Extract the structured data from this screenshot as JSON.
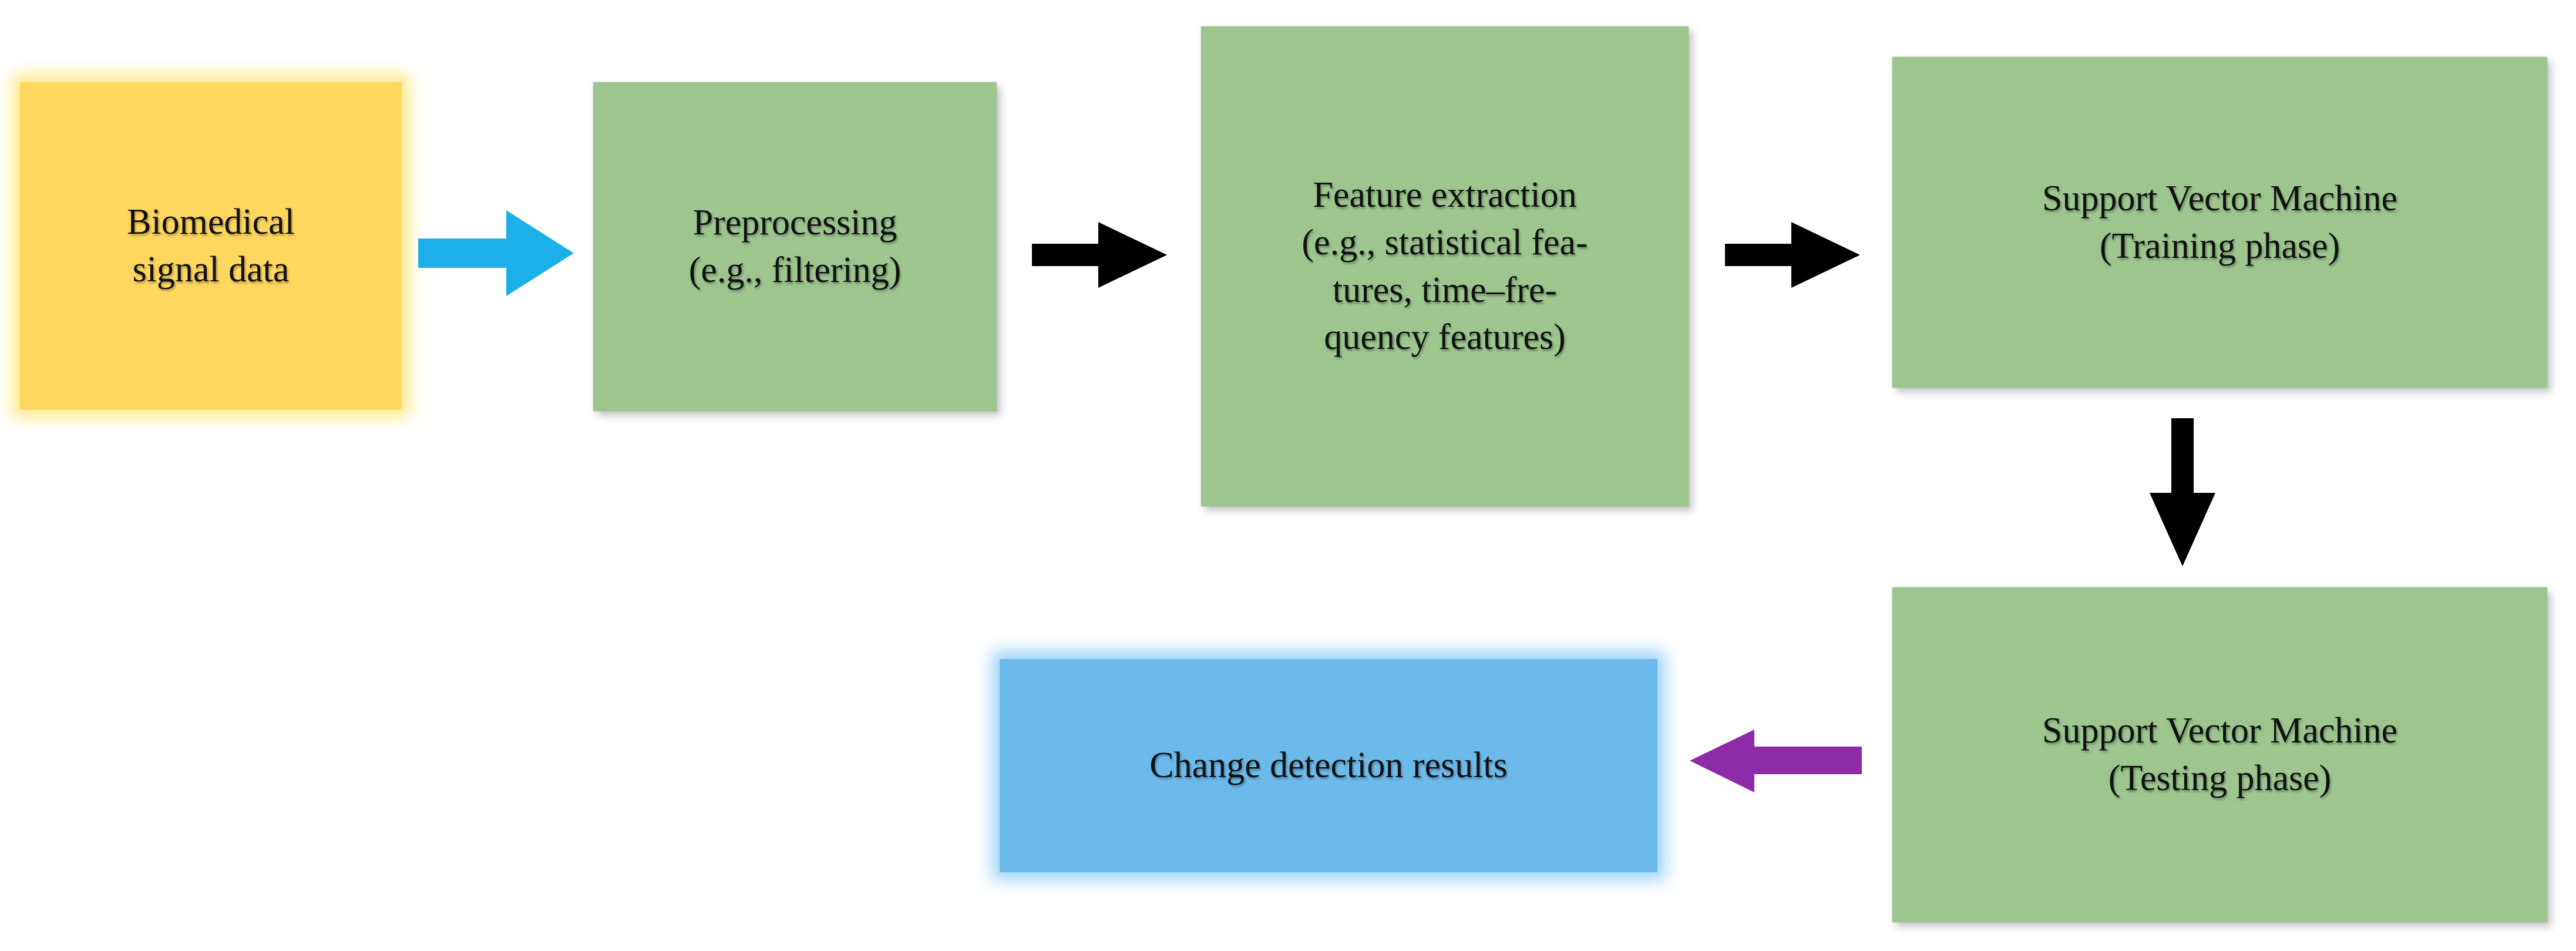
{
  "diagram": {
    "title": "Biomedical signal change detection SVM pipeline flowchart",
    "type": "flowchart",
    "background": "#ffffff",
    "palette": {
      "start_fill": "#FFD75E",
      "process_fill": "#9CC68E",
      "result_fill": "#6CBAEC",
      "arrow_cyan": "#1CAFEA",
      "arrow_black": "#000000",
      "arrow_purple": "#8E2BA8",
      "text": "#111111"
    },
    "nodes": [
      {
        "id": "biomedical-signal-data",
        "lines": [
          "Biomedical",
          "signal data"
        ],
        "fill": "#FFD75E"
      },
      {
        "id": "preprocessing",
        "lines": [
          "Preprocessing",
          "(e.g., filtering)"
        ],
        "fill": "#9CC68E"
      },
      {
        "id": "feature-extraction",
        "lines": [
          "Feature extraction",
          "(e.g., statistical fea-",
          "tures, time–fre-",
          "quency features)"
        ],
        "fill": "#9CC68E"
      },
      {
        "id": "svm-training",
        "lines": [
          "Support Vector Machine",
          "(Training phase)"
        ],
        "fill": "#9CC68E"
      },
      {
        "id": "svm-testing",
        "lines": [
          "Support Vector Machine",
          "(Testing phase)"
        ],
        "fill": "#9CC68E"
      },
      {
        "id": "change-detection-results",
        "lines": [
          "Change detection results"
        ],
        "fill": "#6CBAEC"
      }
    ],
    "edges": [
      {
        "id": "e1",
        "from": "biomedical-signal-data",
        "to": "preprocessing",
        "direction": "right",
        "color": "#1CAFEA"
      },
      {
        "id": "e2",
        "from": "preprocessing",
        "to": "feature-extraction",
        "direction": "right",
        "color": "#000000"
      },
      {
        "id": "e3",
        "from": "feature-extraction",
        "to": "svm-training",
        "direction": "right",
        "color": "#000000"
      },
      {
        "id": "e4",
        "from": "svm-training",
        "to": "svm-testing",
        "direction": "down",
        "color": "#000000"
      },
      {
        "id": "e5",
        "from": "svm-testing",
        "to": "change-detection-results",
        "direction": "left",
        "color": "#8E2BA8"
      }
    ]
  }
}
